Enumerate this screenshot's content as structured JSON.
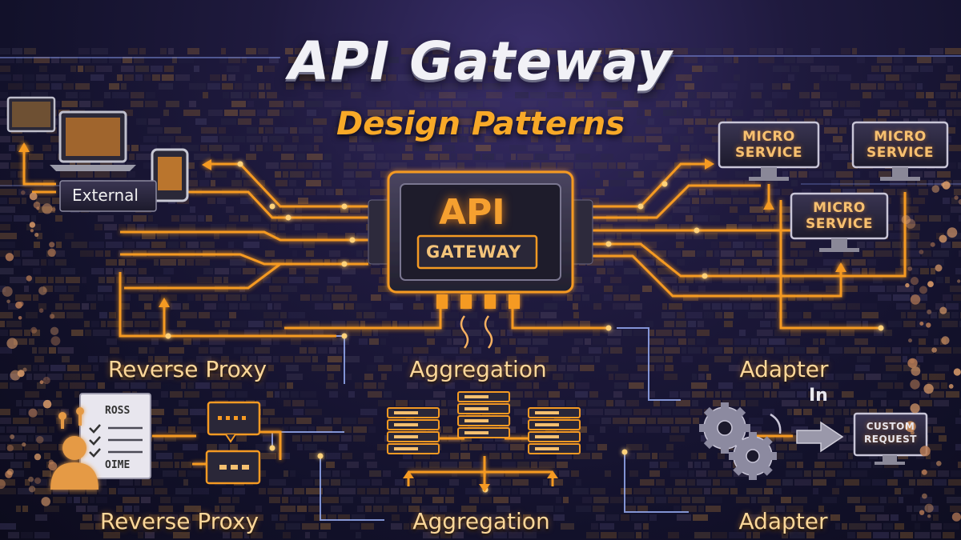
{
  "title": "API Gateway",
  "subtitle": "Design Patterns",
  "gateway": {
    "main": "API",
    "sub": "GATEWAY"
  },
  "external_label": "External",
  "microservices": [
    "MICRO\nSERVICE",
    "MICRO\nSERVICE",
    "MICRO\nSERVICE"
  ],
  "labels": {
    "reverse_proxy_top": "Reverse Proxy",
    "aggregation_top": "Aggregation",
    "adapter_top": "Adapter",
    "reverse_proxy_bottom": "Reverse Proxy",
    "aggregation_bottom": "Aggregation",
    "adapter_bottom": "Adapter"
  },
  "custom_request": "CUSTOM\nREQUEST",
  "doc_lines": [
    "ROSS",
    "OIME"
  ],
  "adapter_in": "In",
  "colors": {
    "accent": "#f59a23",
    "background": "#14122c",
    "glow": "#ffb040"
  }
}
